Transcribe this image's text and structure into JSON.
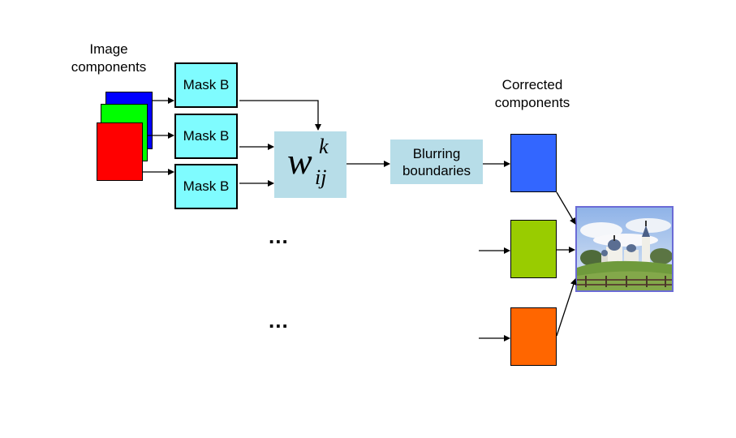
{
  "labels": {
    "image_components": [
      "Image",
      "components"
    ],
    "corrected_components": [
      "Corrected",
      "components"
    ]
  },
  "masks": [
    "Mask B",
    "Mask B",
    "Mask B"
  ],
  "weight": {
    "symbol": "w",
    "superscript": "k",
    "subscript": "ij"
  },
  "blur": {
    "lines": [
      "Blurring",
      "boundaries"
    ]
  },
  "ellipsis": [
    "...",
    "..."
  ],
  "colors": {
    "input_blue": "#0000ff",
    "input_green": "#00ff00",
    "input_red": "#ff0000",
    "out_blue": "#3366ff",
    "out_green": "#99cc00",
    "out_orange": "#ff6600",
    "mask_fill": "#7ffcff",
    "box_fill": "#b7dde8"
  }
}
